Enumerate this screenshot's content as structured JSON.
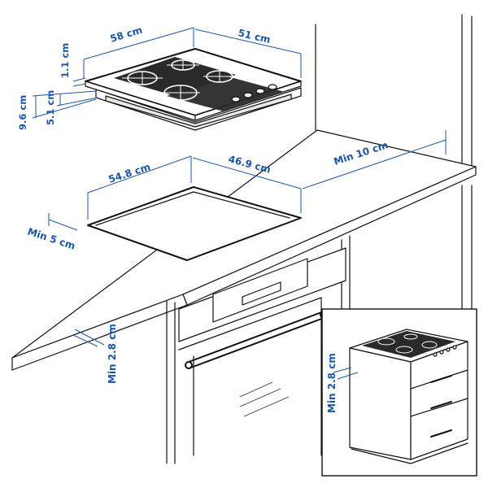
{
  "dimensions": {
    "hob_width": "58 cm",
    "hob_depth": "51 cm",
    "hob_top_thickness": "1.1 cm",
    "hob_total_height": "9.6 cm",
    "hob_below_height": "5.1 cm",
    "cutout_width": "54.8 cm",
    "cutout_depth": "46.9 cm",
    "rear_clearance": "Min 10 cm",
    "front_clearance": "Min 5 cm",
    "oven_gap": "Min 2.8 cm",
    "inset_gap": "Min 2.8 cm"
  },
  "colors": {
    "dimension_blue": "#1a56a8",
    "outline": "#111111"
  }
}
